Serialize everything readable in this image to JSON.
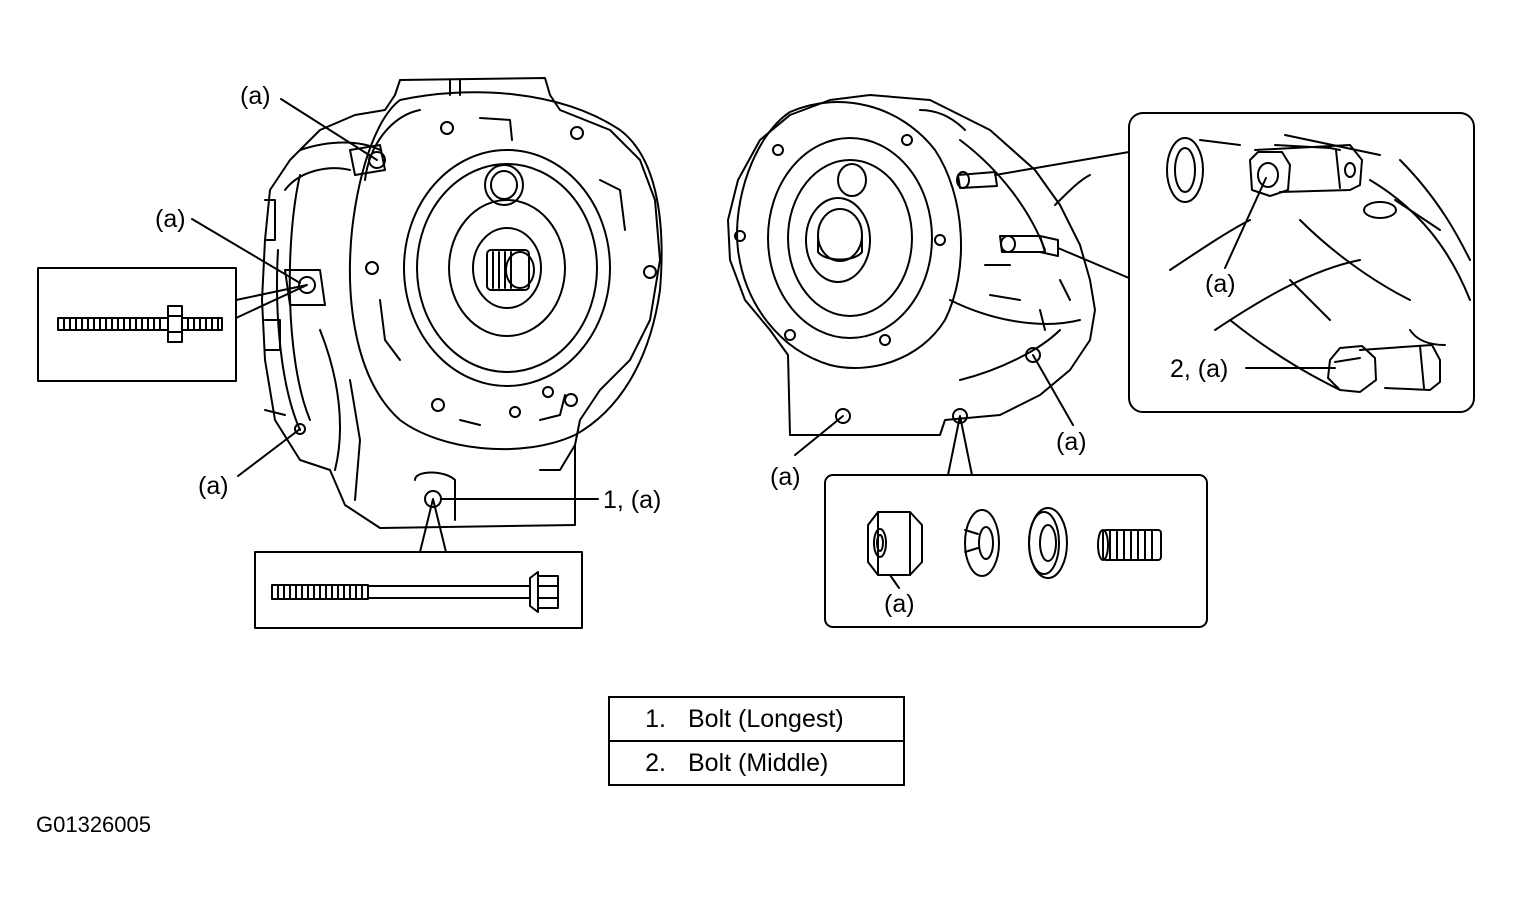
{
  "callouts": {
    "a": "(a)",
    "one_a": "1, (a)",
    "two_a": "2, (a)"
  },
  "legend": {
    "rows": [
      {
        "num": "1.",
        "text": "Bolt (Longest)"
      },
      {
        "num": "2.",
        "text": "Bolt (Middle)"
      }
    ]
  },
  "figure_id": "G01326005"
}
